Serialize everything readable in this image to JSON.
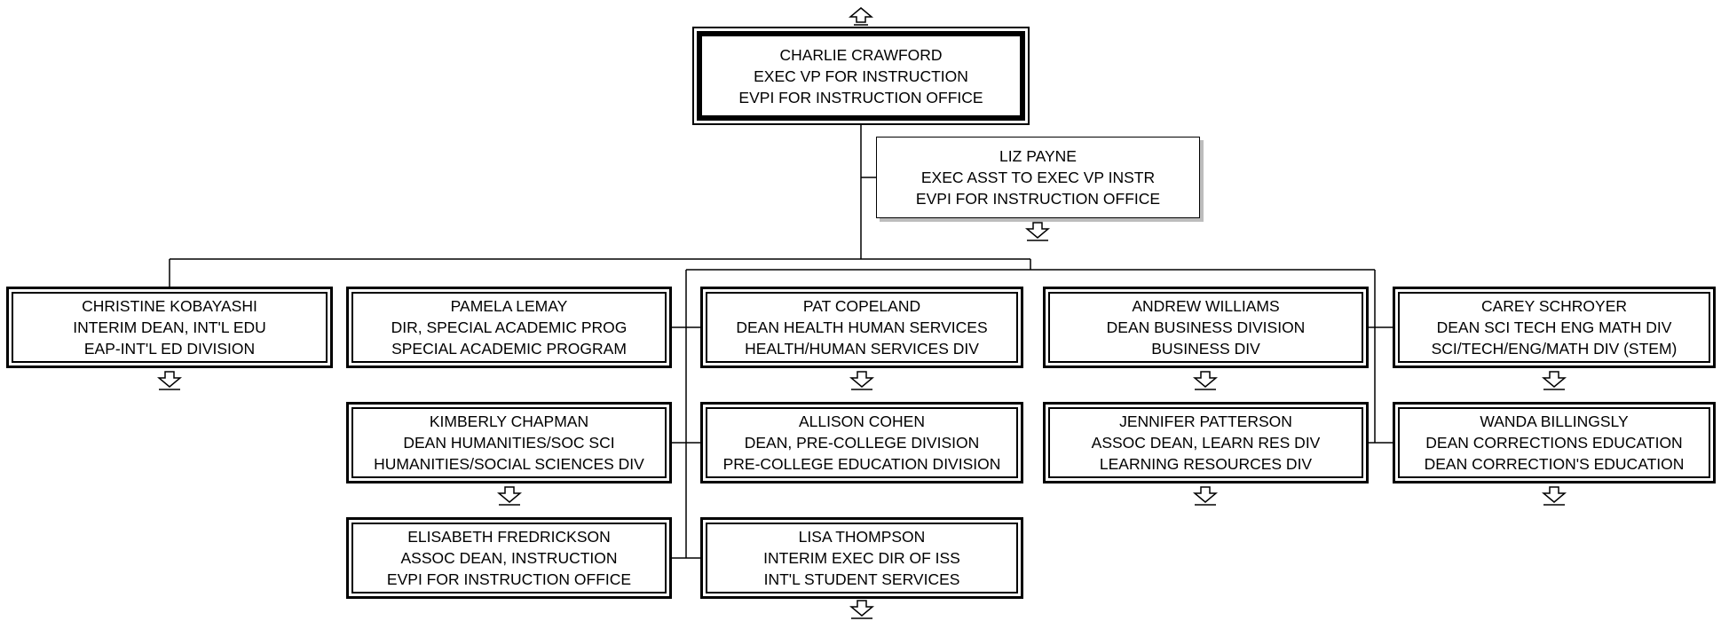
{
  "chart_title": "",
  "nodes": {
    "charlie": {
      "name": "CHARLIE CRAWFORD",
      "title": "EXEC VP FOR INSTRUCTION",
      "dept": "EVPI FOR INSTRUCTION OFFICE"
    },
    "liz": {
      "name": "LIZ PAYNE",
      "title": "EXEC ASST TO EXEC VP INSTR",
      "dept": "EVPI FOR INSTRUCTION OFFICE"
    },
    "christine": {
      "name": "CHRISTINE KOBAYASHI",
      "title": "INTERIM DEAN, INT'L EDU",
      "dept": "EAP-INT'L ED DIVISION"
    },
    "pamela": {
      "name": "PAMELA LEMAY",
      "title": "DIR, SPECIAL ACADEMIC PROG",
      "dept": "SPECIAL ACADEMIC PROGRAM"
    },
    "kimberly": {
      "name": "KIMBERLY CHAPMAN",
      "title": "DEAN HUMANITIES/SOC SCI",
      "dept": "HUMANITIES/SOCIAL SCIENCES DIV"
    },
    "elisabeth": {
      "name": "ELISABETH FREDRICKSON",
      "title": "ASSOC DEAN, INSTRUCTION",
      "dept": "EVPI FOR INSTRUCTION OFFICE"
    },
    "pat": {
      "name": "PAT COPELAND",
      "title": "DEAN HEALTH HUMAN SERVICES",
      "dept": "HEALTH/HUMAN SERVICES DIV"
    },
    "allison": {
      "name": "ALLISON COHEN",
      "title": "DEAN, PRE-COLLEGE DIVISION",
      "dept": "PRE-COLLEGE EDUCATION DIVISION"
    },
    "lisa": {
      "name": "LISA THOMPSON",
      "title": "INTERIM EXEC DIR OF ISS",
      "dept": "INT'L STUDENT SERVICES"
    },
    "andrew": {
      "name": "ANDREW WILLIAMS",
      "title": "DEAN BUSINESS DIVISION",
      "dept": "BUSINESS DIV"
    },
    "jennifer": {
      "name": "JENNIFER PATTERSON",
      "title": "ASSOC DEAN, LEARN RES DIV",
      "dept": "LEARNING RESOURCES DIV"
    },
    "carey": {
      "name": "CAREY SCHROYER",
      "title": "DEAN SCI TECH ENG MATH DIV",
      "dept": "SCI/TECH/ENG/MATH DIV (STEM)"
    },
    "wanda": {
      "name": "WANDA BILLINGSLY",
      "title": "DEAN CORRECTIONS EDUCATION",
      "dept": "DEAN CORRECTION'S EDUCATION"
    }
  },
  "icons": {
    "drill_up": "drill-up-arrow-icon",
    "drill_down": "drill-down-arrow-icon"
  },
  "colors": {
    "line": "#000000",
    "background": "#ffffff",
    "shadow": "#bdbdbd"
  }
}
